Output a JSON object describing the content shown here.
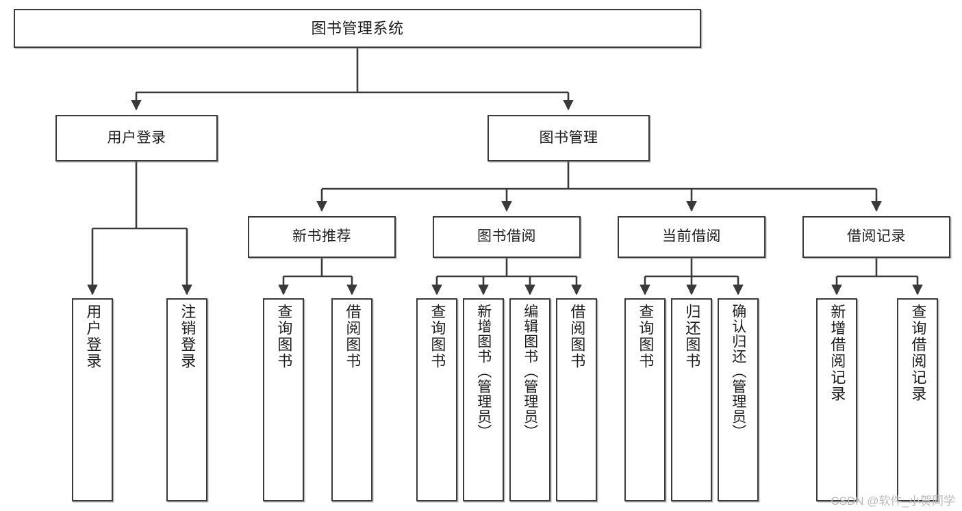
{
  "diagram": {
    "title": "图书管理系统",
    "type": "tree",
    "colors": {
      "stroke": "#3a3a3a",
      "fill": "#ffffff",
      "text": "#1d1d1d",
      "watermark": "#b9b9b9"
    },
    "root": {
      "label": "图书管理系统"
    },
    "level2": [
      {
        "label": "用户登录"
      },
      {
        "label": "图书管理"
      }
    ],
    "level3": [
      {
        "label": "新书推荐"
      },
      {
        "label": "图书借阅"
      },
      {
        "label": "当前借阅"
      },
      {
        "label": "借阅记录"
      }
    ],
    "leaves": {
      "user_login": [
        {
          "label": "用户登录"
        },
        {
          "label": "注销登录"
        }
      ],
      "new_book": [
        {
          "label": "查询图书"
        },
        {
          "label": "借阅图书"
        }
      ],
      "book_borrow": [
        {
          "label": "查询图书"
        },
        {
          "label": "新增图书（管理员）"
        },
        {
          "label": "编辑图书（管理员）"
        },
        {
          "label": "借阅图书"
        }
      ],
      "current_borrow": [
        {
          "label": "查询图书"
        },
        {
          "label": "归还图书"
        },
        {
          "label": "确认归还（管理员）"
        }
      ],
      "borrow_record": [
        {
          "label": "新增借阅记录"
        },
        {
          "label": "查询借阅记录"
        }
      ]
    }
  },
  "watermark": {
    "text": "CSDN @软件_小贺同学"
  }
}
